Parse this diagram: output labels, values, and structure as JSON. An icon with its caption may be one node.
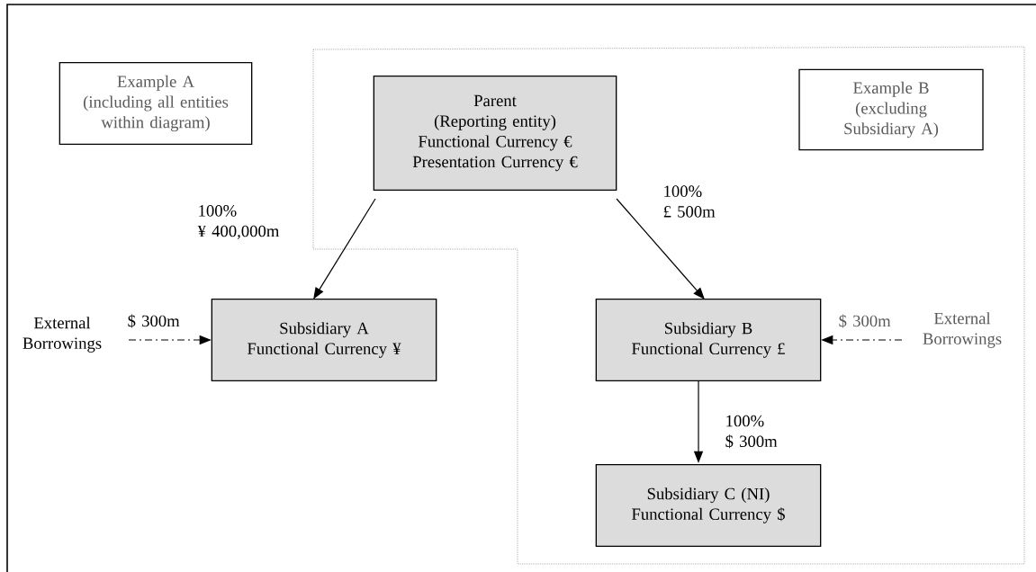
{
  "diagram": {
    "nodes": [
      {
        "text": [
          "Example A",
          "(including all entities within diagram)"
        ]
      },
      {
        "text": [
          "Parent",
          "(Reporting entity)",
          "Functional Currency €",
          "Presentation Currency €"
        ]
      },
      {
        "text": [
          "Example B",
          "(excluding Subsidiary A)"
        ]
      },
      {
        "text": [
          "External Borrowings"
        ]
      },
      {
        "text": [
          "Subsidiary A",
          "Functional Currency ¥"
        ]
      },
      {
        "text": [
          "Subsidiary B",
          "Functional Currency £"
        ]
      },
      {
        "text": [
          "External Borrowings"
        ]
      },
      {
        "text": [
          "Subsidiary C (NI)",
          "Functional Currency $"
        ]
      }
    ],
    "edges": [
      {
        "from": 1,
        "to": 4,
        "arrow": "to",
        "label": "100% ¥ 400,000m"
      },
      {
        "from": 1,
        "to": 5,
        "arrow": "to",
        "label": "100% £ 500m"
      },
      {
        "from": 3,
        "to": 4,
        "arrow": "to",
        "label": "$ 300m",
        "style": "dashed"
      },
      {
        "from": 6,
        "to": 5,
        "arrow": "to",
        "label": "$ 300m",
        "style": "dashed"
      },
      {
        "from": 5,
        "to": 7,
        "arrow": "to",
        "label": "100% $ 300m"
      }
    ]
  }
}
